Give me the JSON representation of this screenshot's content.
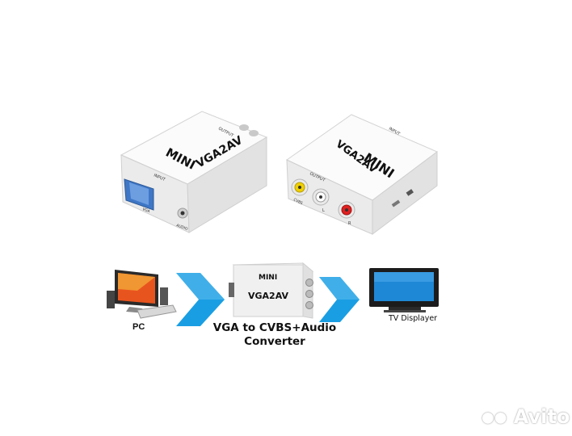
{
  "device_left": {
    "brand_text": "MINI",
    "model_text": "VGA2AV",
    "port_input_label": "INPUT",
    "port_output_label": "OUTPUT",
    "vga_label": "VGA",
    "audio_label": "AUDIO"
  },
  "device_right": {
    "brand_text": "MINI",
    "model_text": "VGA2AV",
    "port_input_label": "INPUT",
    "port_output_label": "OUTPUT",
    "cvbs_label": "CVBS",
    "l_label": "L",
    "r_label": "R"
  },
  "diagram": {
    "pc_label": "PC",
    "center_brand": "MINI",
    "center_model": "VGA2AV",
    "caption_line1": "VGA to CVBS+Audio",
    "caption_line2": "Converter",
    "tv_label": "TV Displayer"
  },
  "watermark": {
    "text": "Avito"
  },
  "colors": {
    "arrow_blue": "#1a9ee3",
    "rca_yellow": "#f0d000",
    "rca_white": "#ffffff",
    "rca_red": "#e02020",
    "device_body": "#f2f2f2"
  }
}
